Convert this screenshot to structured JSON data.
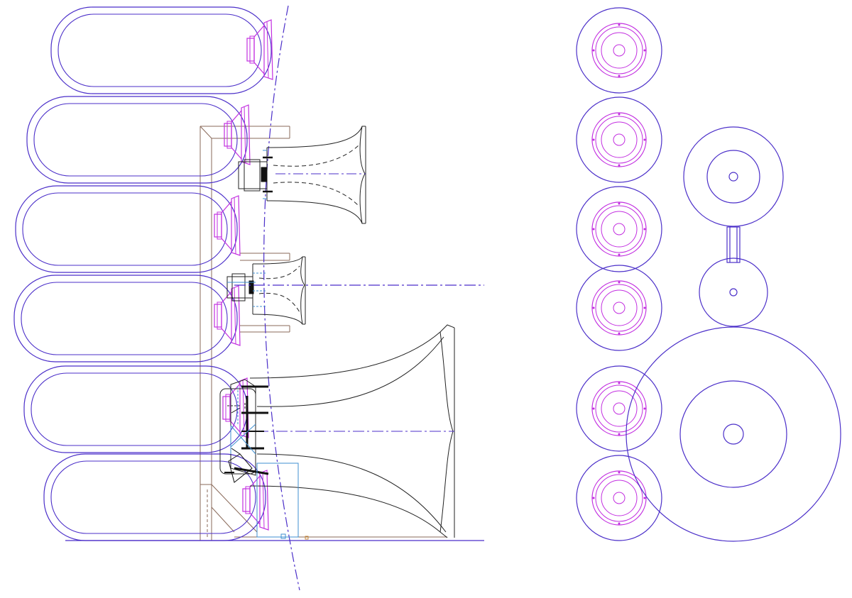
{
  "colors": {
    "background": "#ffffff",
    "enclosure_outline": "#4b2fc9",
    "woofer": "#c22ee0",
    "horn": "#222222",
    "frame": "#8a6a5a",
    "mount_detail": "#3f8fd0",
    "axis_line": "#4b2fc9",
    "hardware": "#111111"
  },
  "side_view": {
    "cabinet_count": 6,
    "horn_count": 3,
    "woofer_count": 6
  },
  "front_view": {
    "driver_column_count": 6,
    "horn_mouth_count": 3
  }
}
